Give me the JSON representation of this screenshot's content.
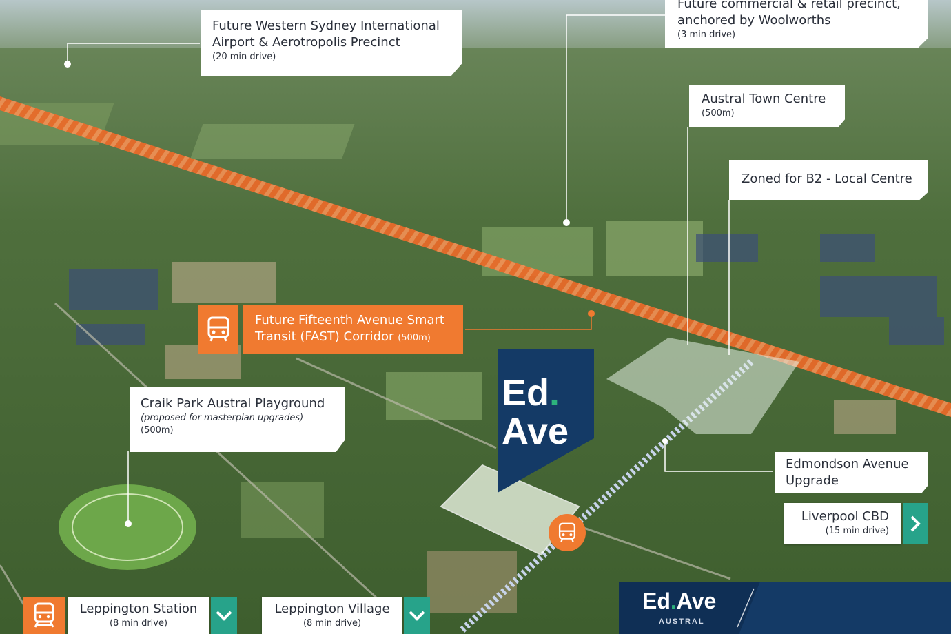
{
  "colors": {
    "brand_navy": "#143a66",
    "brand_green": "#2db37c",
    "transit_orange": "#f07a30",
    "chevron_green": "#27a38a"
  },
  "callouts": {
    "airport": {
      "title_line1": "Future Western Sydney International",
      "title_line2": "Airport & Aerotropolis Precinct",
      "sub": "(20 min drive)"
    },
    "woolworths": {
      "title_line1": "Future commercial & retail precinct,",
      "title_line2": "anchored by Woolworths",
      "sub": "(3 min drive)"
    },
    "austral_town": {
      "title": "Austral Town Centre",
      "sub": "(500m)"
    },
    "b2_zone": {
      "title": "Zoned for B2 - Local Centre"
    },
    "fast_corridor": {
      "title_line1": "Future Fifteenth Avenue Smart",
      "title_line2_main": "Transit (FAST) Corridor",
      "title_line2_sub": "(500m)"
    },
    "craik_park": {
      "title": "Craik Park Austral Playground",
      "note": "(proposed for masterplan upgrades)",
      "sub": "(500m)"
    },
    "edmondson": {
      "title_line1": "Edmondson Avenue",
      "title_line2": "Upgrade"
    },
    "liverpool": {
      "title": "Liverpool CBD",
      "sub": "(15 min drive)"
    },
    "leppington_station": {
      "title": "Leppington Station",
      "sub": "(8 min drive)"
    },
    "leppington_village": {
      "title": "Leppington Village",
      "sub": "(8 min drive)"
    }
  },
  "pin_logo": {
    "line1": "Ed",
    "dot": ".",
    "line2": "Ave"
  },
  "brand": {
    "name_part1": "Ed",
    "name_dot": ".",
    "name_part2": "Ave",
    "location": "AUSTRAL"
  },
  "icons": {
    "bus": "bus-icon",
    "train": "train-icon",
    "chevron_right": "chevron-right-icon",
    "chevron_down": "chevron-down-icon"
  }
}
